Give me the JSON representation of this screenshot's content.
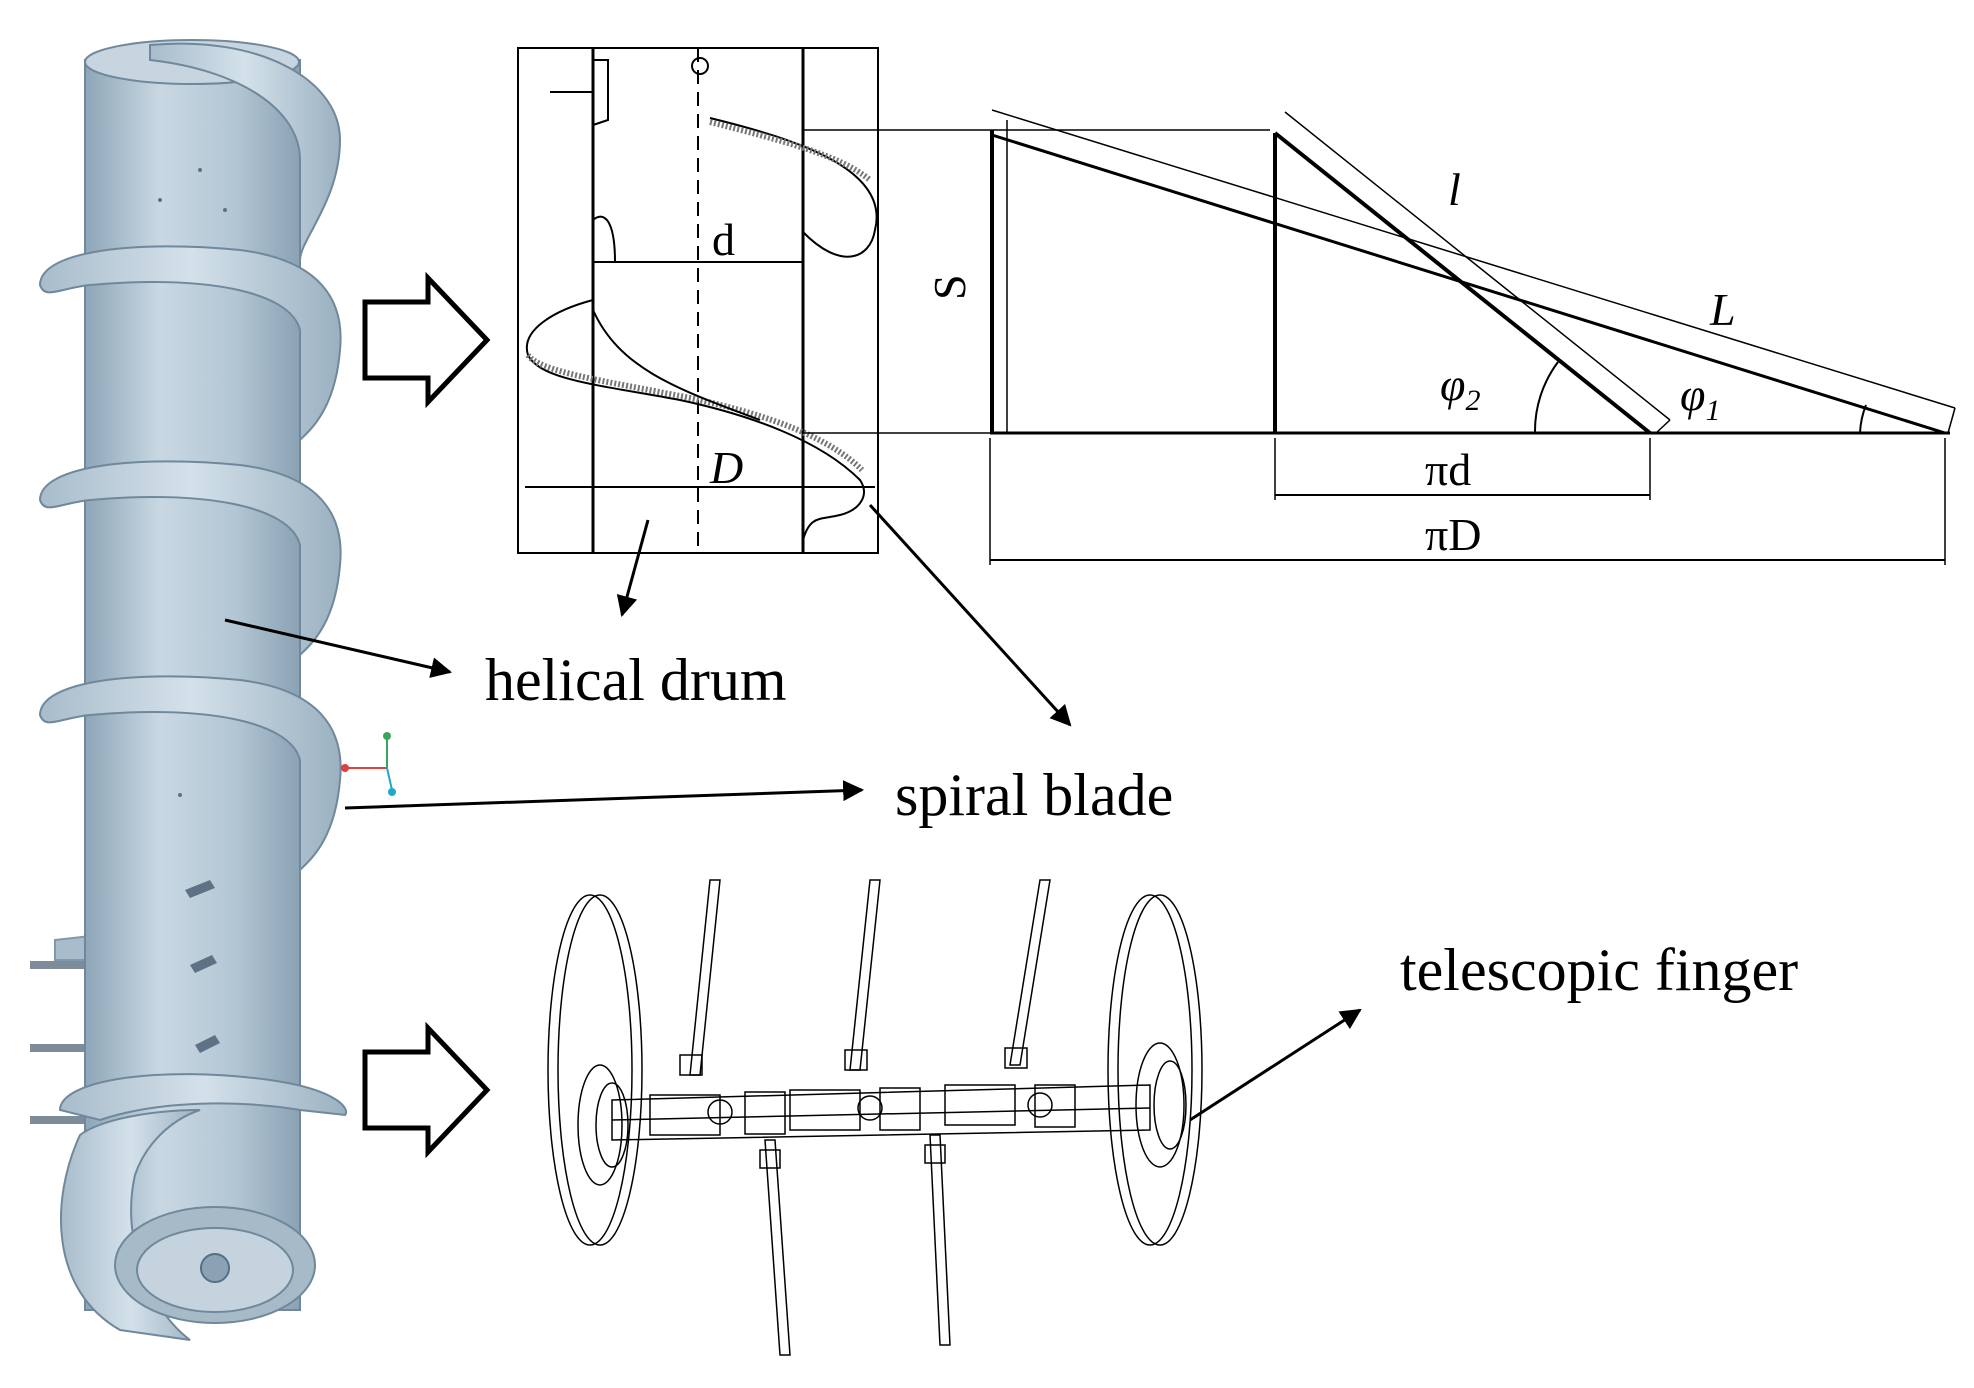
{
  "labels": {
    "helical_drum": "helical drum",
    "spiral_blade": "spiral blade",
    "telescopic_finger": "telescopic finger"
  },
  "symbols": {
    "d": "d",
    "D": "D",
    "S": "S",
    "l": "l",
    "L": "L",
    "phi1": "φ",
    "phi1_sub": "1",
    "phi2": "φ",
    "phi2_sub": "2",
    "pi_d": "πd",
    "pi_D": "πD"
  },
  "colors": {
    "drum": "#b9cbd8",
    "drum_dark": "#7f98ab",
    "drum_light": "#dbe6ee",
    "line": "#000000"
  }
}
